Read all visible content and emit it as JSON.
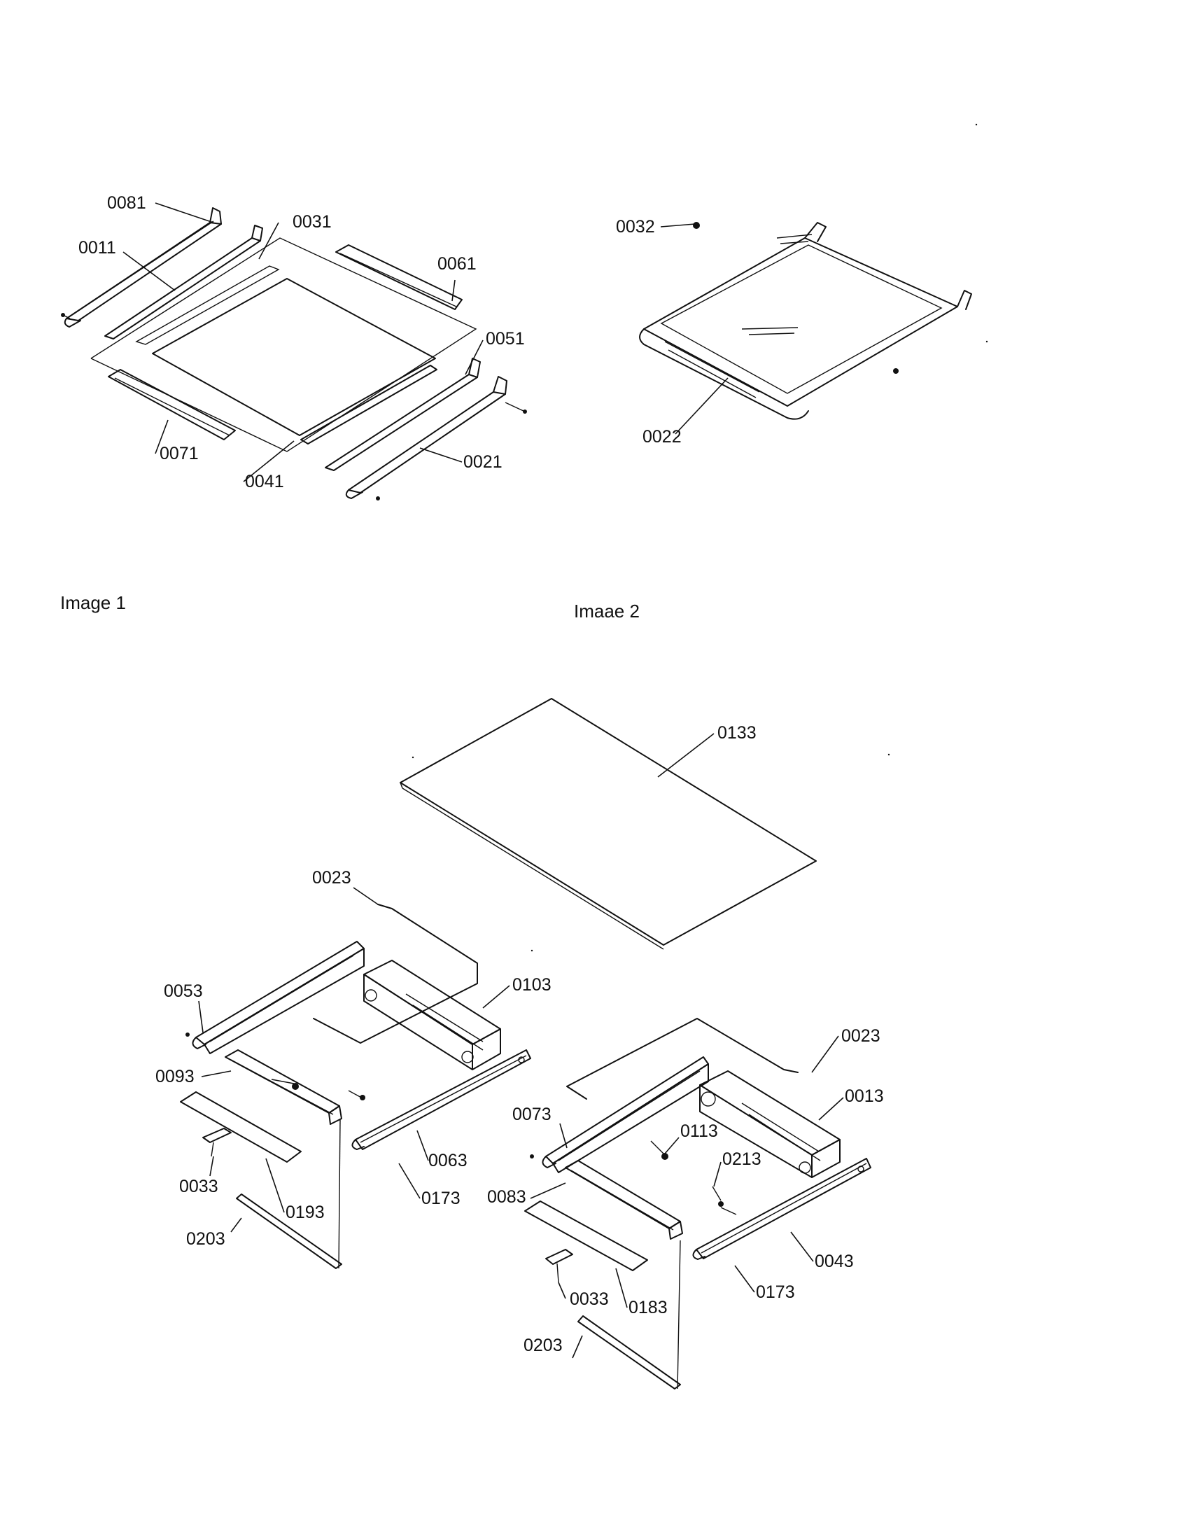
{
  "captions": {
    "image1": "Image 1",
    "image2": "Imaae 2"
  },
  "labels": {
    "p0081": "0081",
    "p0011": "0011",
    "p0031": "0031",
    "p0061": "0061",
    "p0051": "0051",
    "p0071": "0071",
    "p0041": "0041",
    "p0021": "0021",
    "p0032": "0032",
    "p0022": "0022",
    "p0133": "0133",
    "p0023a": "0023",
    "p0103": "0103",
    "p0053": "0053",
    "p0093": "0093",
    "p0063": "0063",
    "p0033a": "0033",
    "p0193": "0193",
    "p0173a": "0173",
    "p0203a": "0203",
    "p0023b": "0023",
    "p0013": "0013",
    "p0073": "0073",
    "p0113": "0113",
    "p0213": "0213",
    "p0083": "0083",
    "p0043": "0043",
    "p0033b": "0033",
    "p0183": "0183",
    "p0173b": "0173",
    "p0203b": "0203"
  }
}
